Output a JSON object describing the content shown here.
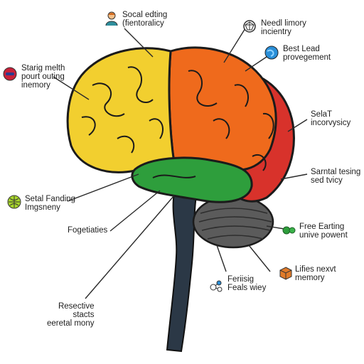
{
  "colors": {
    "frontal_yellow": "#f2cf2f",
    "parietal_orange": "#ef6a1c",
    "occipital_red": "#d8322b",
    "temporal_green": "#2e9e3c",
    "cerebellum_gray": "#5b5b5b",
    "brainstem_navy": "#2b3846",
    "leader_line": "#2a2a2a"
  },
  "labels": [
    {
      "id": "social",
      "text": "Socal edting\n(fientoralicy",
      "icon": "person-icon"
    },
    {
      "id": "needl",
      "text": "Needl limory\nincientry",
      "icon": "network-icon"
    },
    {
      "id": "best",
      "text": "Best Lead\nprovegement",
      "icon": "globe-icon"
    },
    {
      "id": "salat",
      "text": "SelaT\nincorvysicy",
      "icon": ""
    },
    {
      "id": "sarntal",
      "text": "Sarntal tesing\nsed tvicy",
      "icon": ""
    },
    {
      "id": "free",
      "text": "Free Earting\nunive powent",
      "icon": "gears-icon"
    },
    {
      "id": "lifies",
      "text": "Lifies nexvt\nmemory",
      "icon": "cube-icon"
    },
    {
      "id": "feriisig",
      "text": "Feriisig\nFeals wiey",
      "icon": "molecule-icon"
    },
    {
      "id": "resective",
      "text": "Resective\nstacts\neeretal mony",
      "icon": ""
    },
    {
      "id": "fogeliaties",
      "text": "Fogetiaties",
      "icon": ""
    },
    {
      "id": "setal",
      "text": "Setal Fanding\nImgsneny",
      "icon": "sphere-icon"
    },
    {
      "id": "staring",
      "text": "Starig melth\npourt outing\ninemory",
      "icon": "pill-icon"
    }
  ]
}
